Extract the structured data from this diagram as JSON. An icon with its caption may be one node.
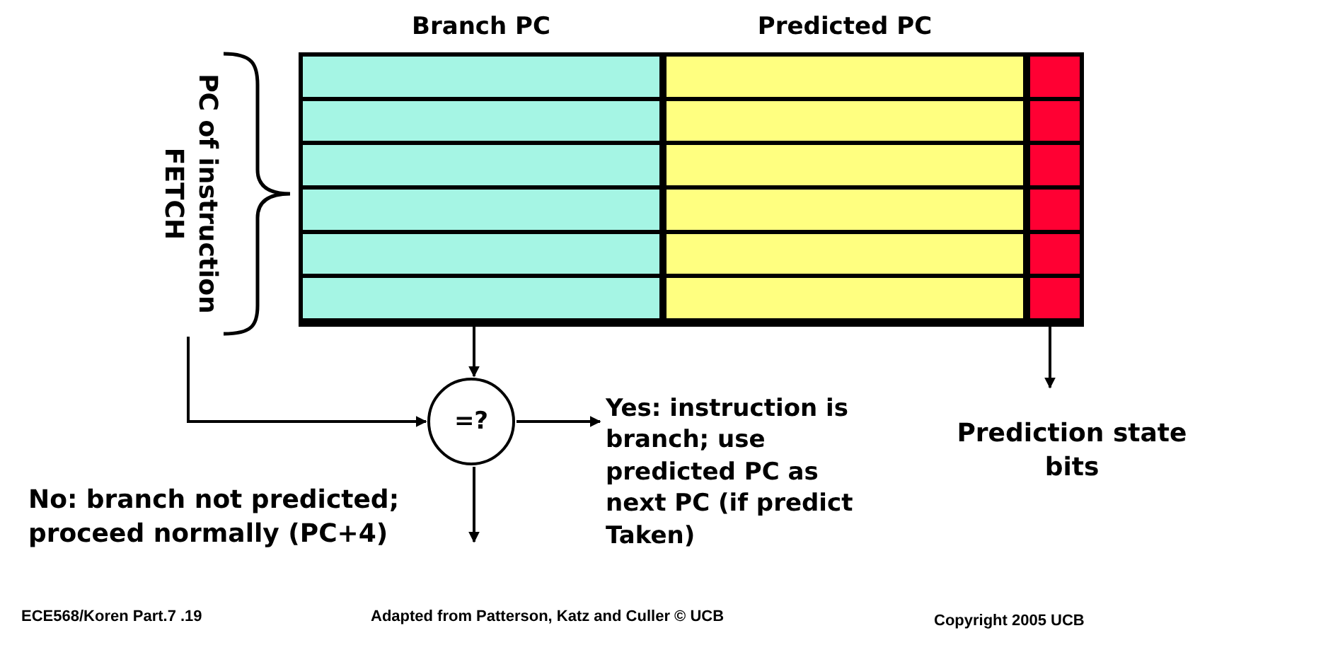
{
  "diagram": {
    "nodes": [
      {
        "text": [
          "Branch PC"
        ]
      },
      {
        "text": [
          "Predicted PC"
        ]
      },
      {
        "text": [],
        "shape": "box"
      },
      {
        "text": [
          "PC of instruction FETCH"
        ]
      },
      {
        "text": [
          "=?"
        ]
      },
      {
        "text": [
          "**Yes**: instruction is branch; use predicted PC as next PC (if predict Taken)"
        ]
      },
      {
        "text": [
          "Prediction state bits"
        ]
      },
      {
        "text": [
          "**No**: branch not predicted; proceed normally (PC+4)"
        ]
      }
    ],
    "edges": [
      {
        "from": 0,
        "to": 4,
        "arrow": "to"
      },
      {
        "from": 3,
        "to": 4,
        "arrow": "to"
      },
      {
        "from": 4,
        "to": 5,
        "arrow": "to"
      },
      {
        "from": 4,
        "to": 7,
        "arrow": "to"
      },
      {
        "from": 2,
        "to": 6,
        "arrow": "to"
      }
    ],
    "labels": [
      "ECE568/Koren Part.7 .19",
      "Adapted from Patterson, Katz and Culler © UCB",
      "Copyright 2005 UCB"
    ]
  }
}
